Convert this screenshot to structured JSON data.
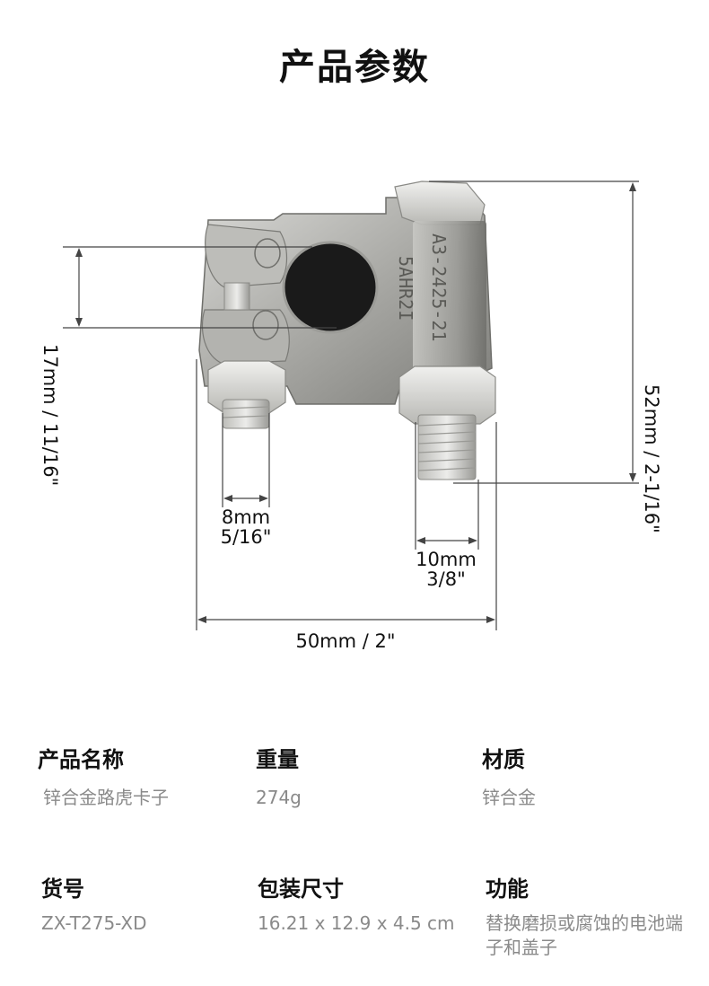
{
  "title": "产品参数",
  "dimensions": {
    "left_height": "17mm / 11/16\"",
    "right_height": "52mm / 2-1/16\"",
    "bolt_small_mm": "8mm",
    "bolt_small_in": "5/16\"",
    "bolt_large_mm": "10mm",
    "bolt_large_in": "3/8\"",
    "width": "50mm / 2\""
  },
  "product_stamp": {
    "line1": "A3-2425-21",
    "line2": "5AHR2I"
  },
  "specs": [
    {
      "label": "产品名称",
      "value": "锌合金路虎卡子"
    },
    {
      "label": "重量",
      "value": "274g"
    },
    {
      "label": "材质",
      "value": "锌合金"
    },
    {
      "label": "货号",
      "value": "ZX-T275-XD"
    },
    {
      "label": "包装尺寸",
      "value": "16.21 x 12.9 x 4.5 cm"
    },
    {
      "label": "功能",
      "value": "替换磨损或腐蚀的电池端子和盖子"
    }
  ]
}
